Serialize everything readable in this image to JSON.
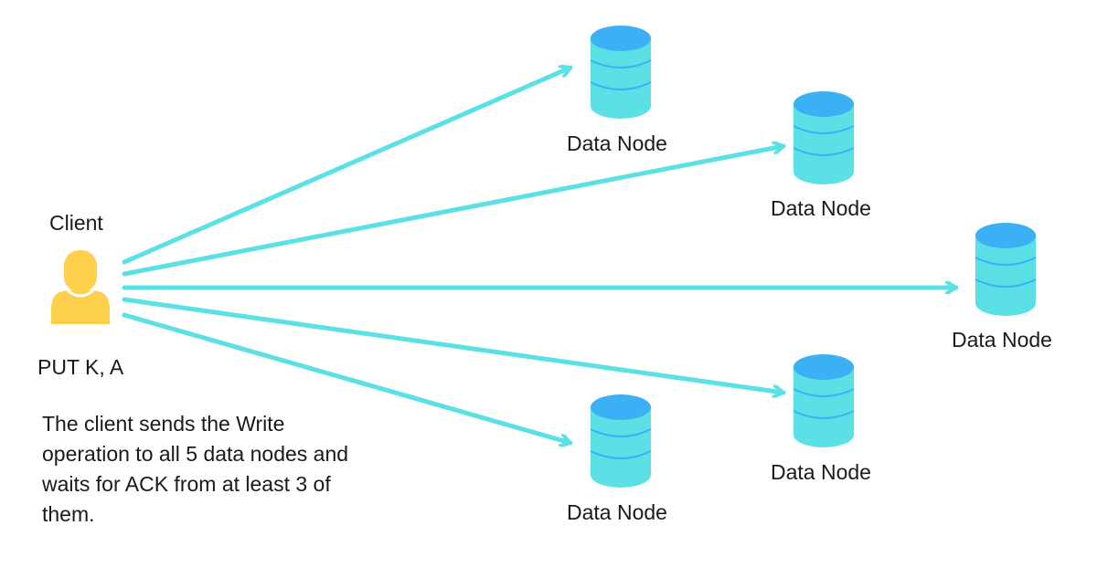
{
  "client": {
    "label": "Client",
    "command": "PUT K, A",
    "description": "The client sends the Write operation to all 5 data nodes and waits for ACK from at least 3 of them."
  },
  "nodes": [
    {
      "label": "Data Node"
    },
    {
      "label": "Data Node"
    },
    {
      "label": "Data Node"
    },
    {
      "label": "Data Node"
    },
    {
      "label": "Data Node"
    }
  ],
  "colors": {
    "arrow": "#5BE0E6",
    "cylinder_top": "#3BB0F5",
    "cylinder_body": "#5BE0E6",
    "cylinder_lines": "#3BB0F5",
    "person": "#FDCF4A",
    "text": "#1a1a1a"
  },
  "icons": {
    "client": "person-icon",
    "node": "database-icon"
  }
}
